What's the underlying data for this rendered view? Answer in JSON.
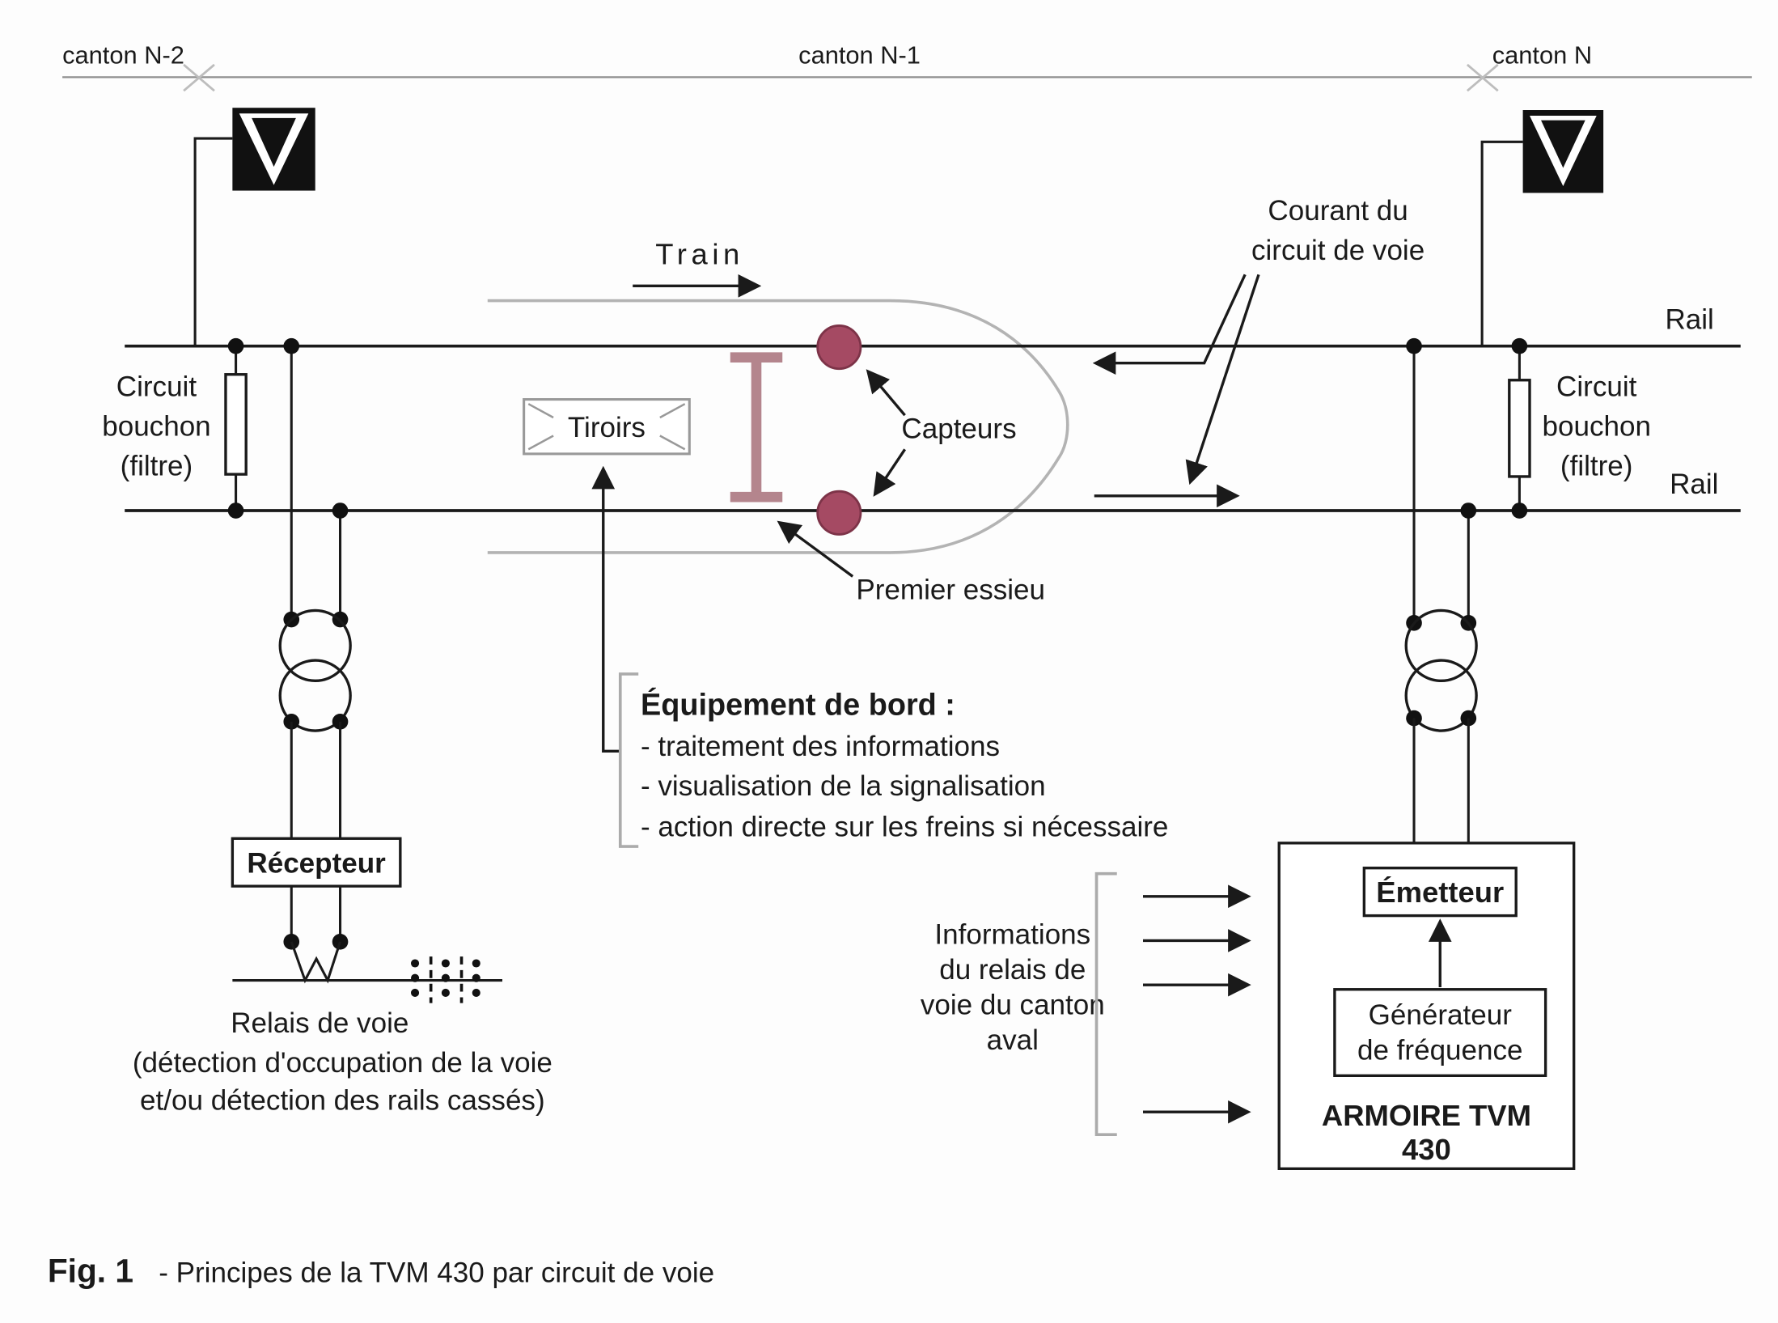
{
  "colors": {
    "maroon": "#a54a63",
    "maroon_stroke": "#7d3348",
    "axle": "#b4858d",
    "train_outline": "#b3b3b3",
    "bracket": "#ababab",
    "signal_black": "#111111"
  },
  "cantons": {
    "left": "canton N-2",
    "mid": "canton N-1",
    "right": "canton N"
  },
  "rail_label": "Rail",
  "train": {
    "label": "Train"
  },
  "tiroirs": {
    "label": "Tiroirs"
  },
  "capteurs": {
    "label": "Capteurs"
  },
  "premier_essieu": {
    "label": "Premier essieu"
  },
  "courant": {
    "line1": "Courant du",
    "line2": "circuit de voie"
  },
  "circuit_bouchon": {
    "line1": "Circuit",
    "line2": "bouchon",
    "line3": "(filtre)"
  },
  "recepteur": {
    "label": "Récepteur"
  },
  "relais": {
    "line1": "Relais de voie",
    "line2": "(détection d'occupation de la voie",
    "line3": "et/ou détection des rails cassés)"
  },
  "equipement": {
    "title": "Équipement de bord :",
    "item1": "- traitement des informations",
    "item2": "- visualisation de la signalisation",
    "item3": "- action directe sur les freins si nécessaire"
  },
  "informations": {
    "line1": "Informations",
    "line2": "du relais de",
    "line3": "voie du canton",
    "line4": "aval"
  },
  "armoire": {
    "emetteur": "Émetteur",
    "gen_line1": "Générateur",
    "gen_line2": "de fréquence",
    "name_line1": "ARMOIRE TVM",
    "name_line2": "430"
  },
  "caption": {
    "fig": "Fig. 1",
    "text": "- Principes de la TVM 430 par circuit de voie"
  }
}
